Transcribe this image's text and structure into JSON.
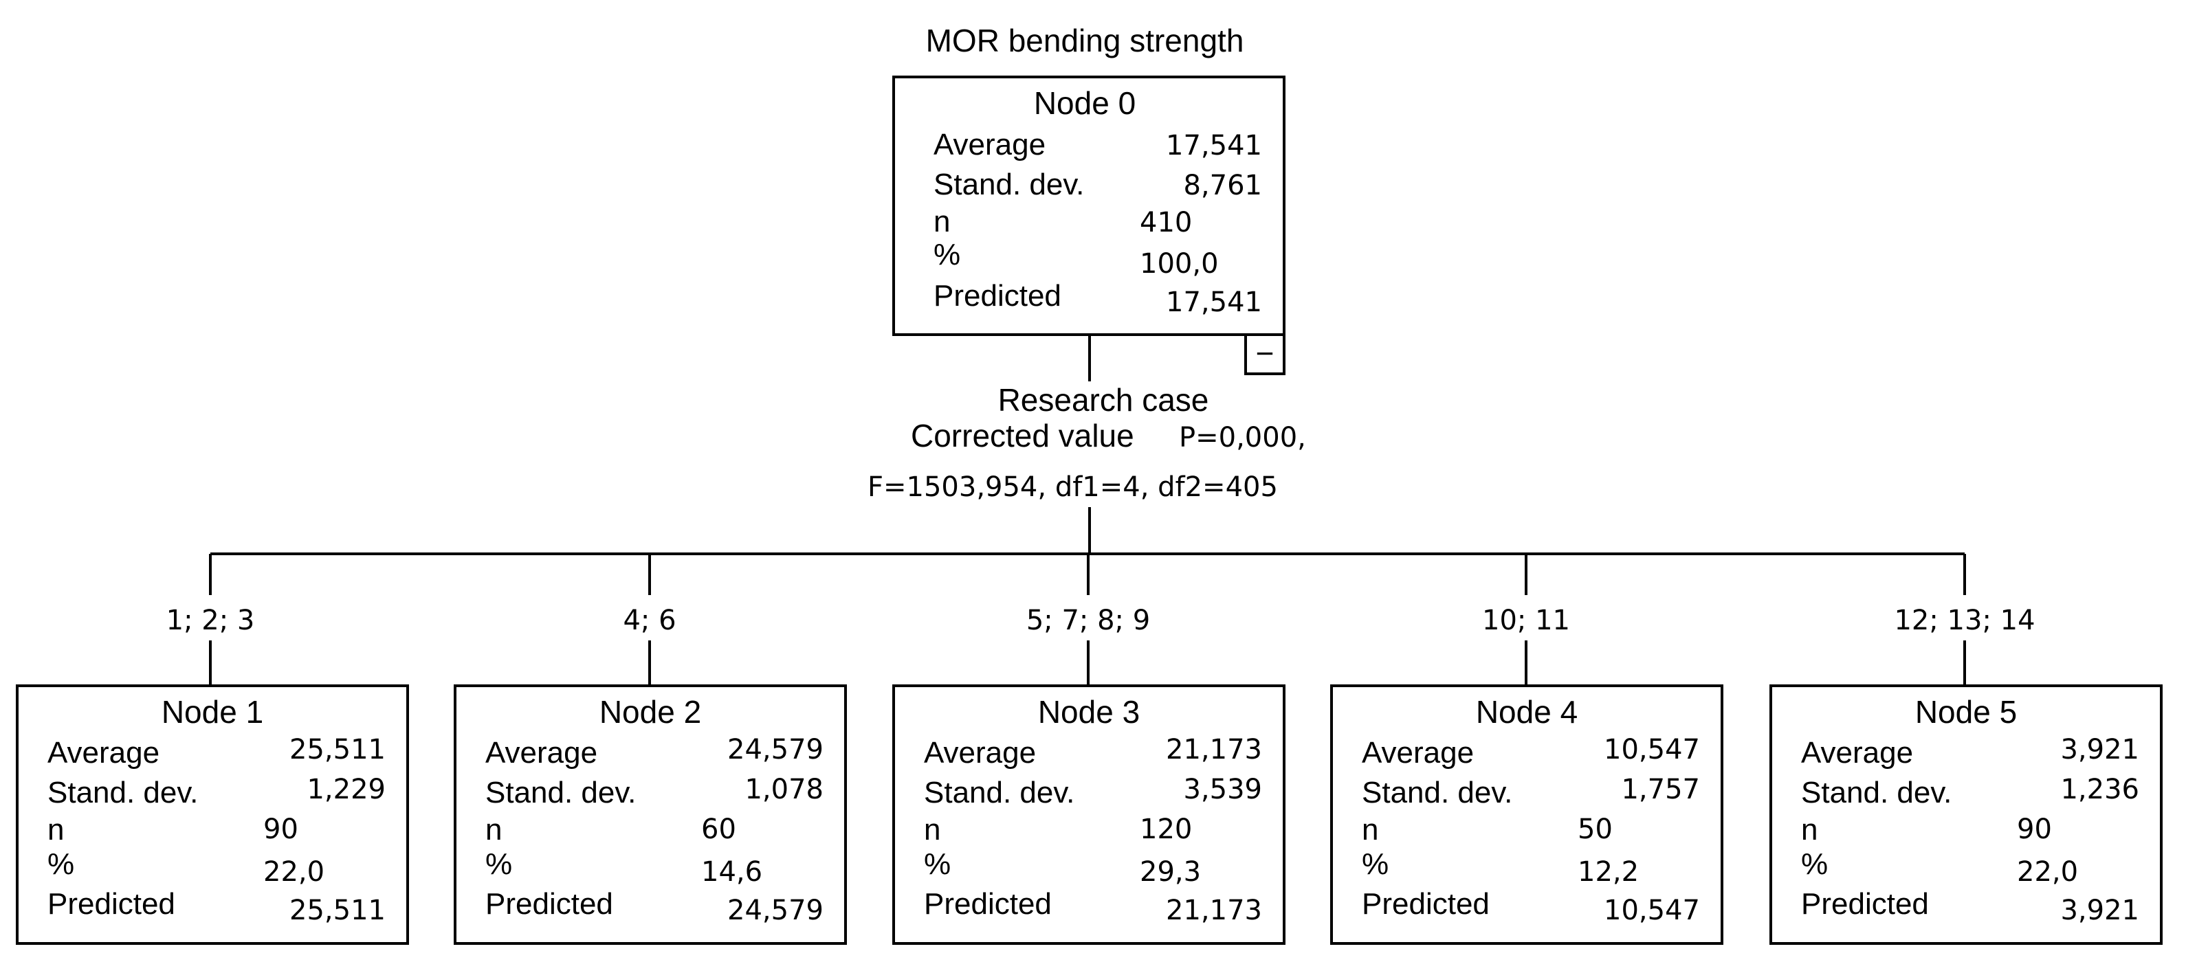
{
  "title": "MOR bending strength",
  "row_labels": {
    "average": "Average",
    "std": "Stand. dev.",
    "n": "n",
    "pct": "%",
    "predicted": "Predicted"
  },
  "root": {
    "name": "Node 0",
    "average": "17,541",
    "std": "8,761",
    "n": "410",
    "pct": "100,0",
    "predicted": "17,541",
    "collapse_symbol": "−"
  },
  "split": {
    "variable": "Research case",
    "corrected_value_label": "Corrected value",
    "p_value": "P=0,000,",
    "stats": "F=1503,954, df1=4, df2=405"
  },
  "children": [
    {
      "category": "1; 2; 3",
      "name": "Node 1",
      "average": "25,511",
      "std": "1,229",
      "n": "90",
      "pct": "22,0",
      "predicted": "25,511"
    },
    {
      "category": "4; 6",
      "name": "Node 2",
      "average": "24,579",
      "std": "1,078",
      "n": "60",
      "pct": "14,6",
      "predicted": "24,579"
    },
    {
      "category": "5; 7; 8; 9",
      "name": "Node 3",
      "average": "21,173",
      "std": "3,539",
      "n": "120",
      "pct": "29,3",
      "predicted": "21,173"
    },
    {
      "category": "10; 11",
      "name": "Node 4",
      "average": "10,547",
      "std": "1,757",
      "n": "50",
      "pct": "12,2",
      "predicted": "10,547"
    },
    {
      "category": "12; 13; 14",
      "name": "Node 5",
      "average": "3,921",
      "std": "1,236",
      "n": "90",
      "pct": "22,0",
      "predicted": "3,921"
    }
  ]
}
